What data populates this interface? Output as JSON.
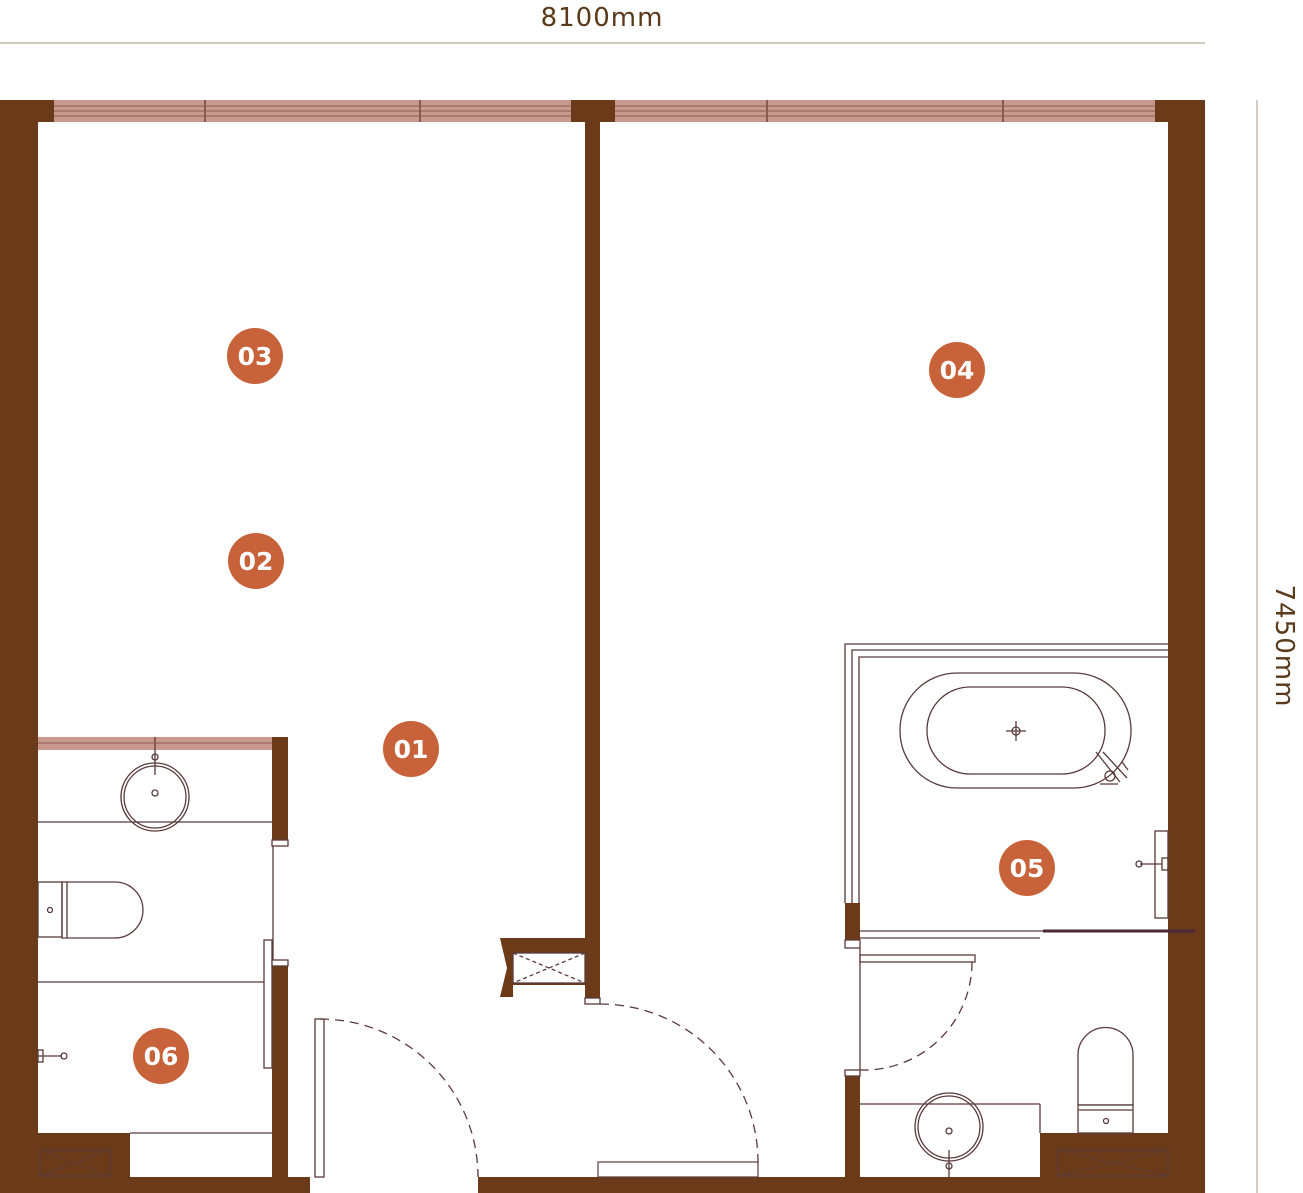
{
  "dimensions": {
    "width_label": "8100mm",
    "height_label": "7450mm"
  },
  "colors": {
    "wall": "#6b3a19",
    "window": "#c89a8f",
    "marker": "#c8623a",
    "dimension_line": "#b8a898",
    "text": "#5a3a1a"
  },
  "markers": [
    {
      "id": "01",
      "label": "01"
    },
    {
      "id": "02",
      "label": "02"
    },
    {
      "id": "03",
      "label": "03"
    },
    {
      "id": "04",
      "label": "04"
    },
    {
      "id": "05",
      "label": "05"
    },
    {
      "id": "06",
      "label": "06"
    }
  ]
}
